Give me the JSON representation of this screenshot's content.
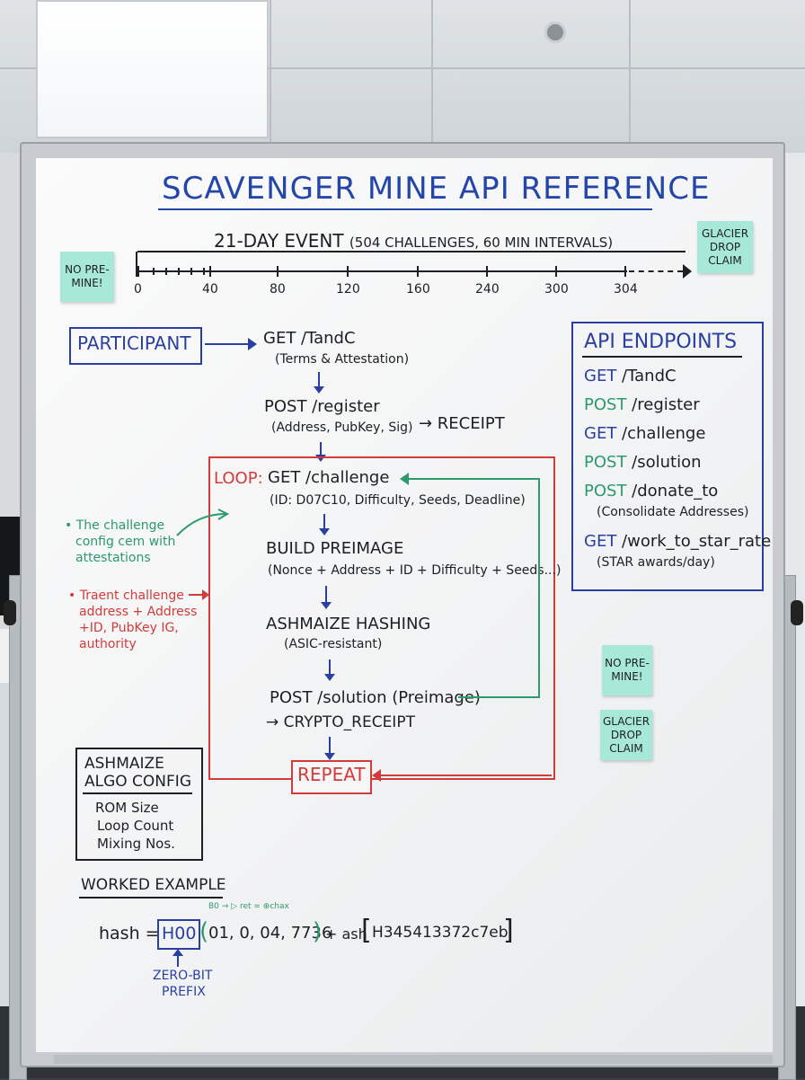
{
  "title": "SCAVENGER MINE API REFERENCE",
  "timeline": {
    "title": "21-DAY EVENT",
    "subtitle": "(504 CHALLENGES, 60 MIN INTERVALS)",
    "ticks": [
      "0",
      "40",
      "80",
      "120",
      "160",
      "240",
      "300",
      "304"
    ]
  },
  "stickies": {
    "no_premine_left": "NO PRE-MINE!",
    "glacier_top": "GLACIER DROP CLAIM",
    "no_premine_right": "NO PRE-MINE!",
    "glacier_right": "GLACIER DROP CLAIM"
  },
  "participant": "PARTICIPANT",
  "flow": {
    "get_tandc": "GET /TandC",
    "get_tandc_sub": "(Terms & Attestation)",
    "post_register": "POST /register",
    "post_register_sub": "(Address, PubKey, Sig)",
    "receipt": "→ RECEIPT",
    "loop_label": "LOOP:",
    "get_challenge": "GET /challenge",
    "get_challenge_sub": "(ID: D07C10, Difficulty, Seeds, Deadline)",
    "build": "BUILD PREIMAGE",
    "build_sub": "(Nonce + Address + ID + Difficulty + Seeds...)",
    "hashing": "ASHMAIZE HASHING",
    "hashing_sub": "(ASIC-resistant)",
    "post_solution": "POST /solution (Preimage)",
    "crypto_receipt": "→ CRYPTO_RECEIPT",
    "repeat": "REPEAT"
  },
  "annotations": {
    "green": [
      "• The challenge",
      "config cem with",
      "attestations"
    ],
    "red": [
      "• Traent challenge",
      "address + Address",
      "+ID, PubKey IG,",
      "authority"
    ]
  },
  "endpoints": {
    "title": "API ENDPOINTS",
    "items": [
      {
        "method": "GET",
        "path": "/TandC",
        "note": ""
      },
      {
        "method": "POST",
        "path": "/register",
        "note": ""
      },
      {
        "method": "GET",
        "path": "/challenge",
        "note": ""
      },
      {
        "method": "POST",
        "path": "/solution",
        "note": ""
      },
      {
        "method": "POST",
        "path": "/donate_to",
        "note": "(Consolidate Addresses)"
      },
      {
        "method": "GET",
        "path": "/work_to_star_rate",
        "note": "(STAR awards/day)"
      }
    ]
  },
  "algo": {
    "title_1": "ASHMAIZE",
    "title_2": "ALGO CONFIG",
    "items": [
      "ROM Size",
      "Loop Count",
      "Mixing Nos."
    ]
  },
  "example": {
    "title": "WORKED EXAMPLE",
    "hash_label": "hash =",
    "prefix": "H00",
    "args": "01, 0, 04, 7736",
    "plus": "+ ash",
    "digest": "H345413372c7eb",
    "scribble": "B0 → ▷ ret = ⊕chax",
    "prefix_caption_1": "ZERO-BIT",
    "prefix_caption_2": "PREFIX"
  },
  "colors": {
    "marker_blue": "#2a3fa0",
    "marker_green": "#2c9a6b",
    "marker_red": "#d23b3b",
    "marker_black": "#1c1f24",
    "sticky": "#a7e8d8"
  }
}
